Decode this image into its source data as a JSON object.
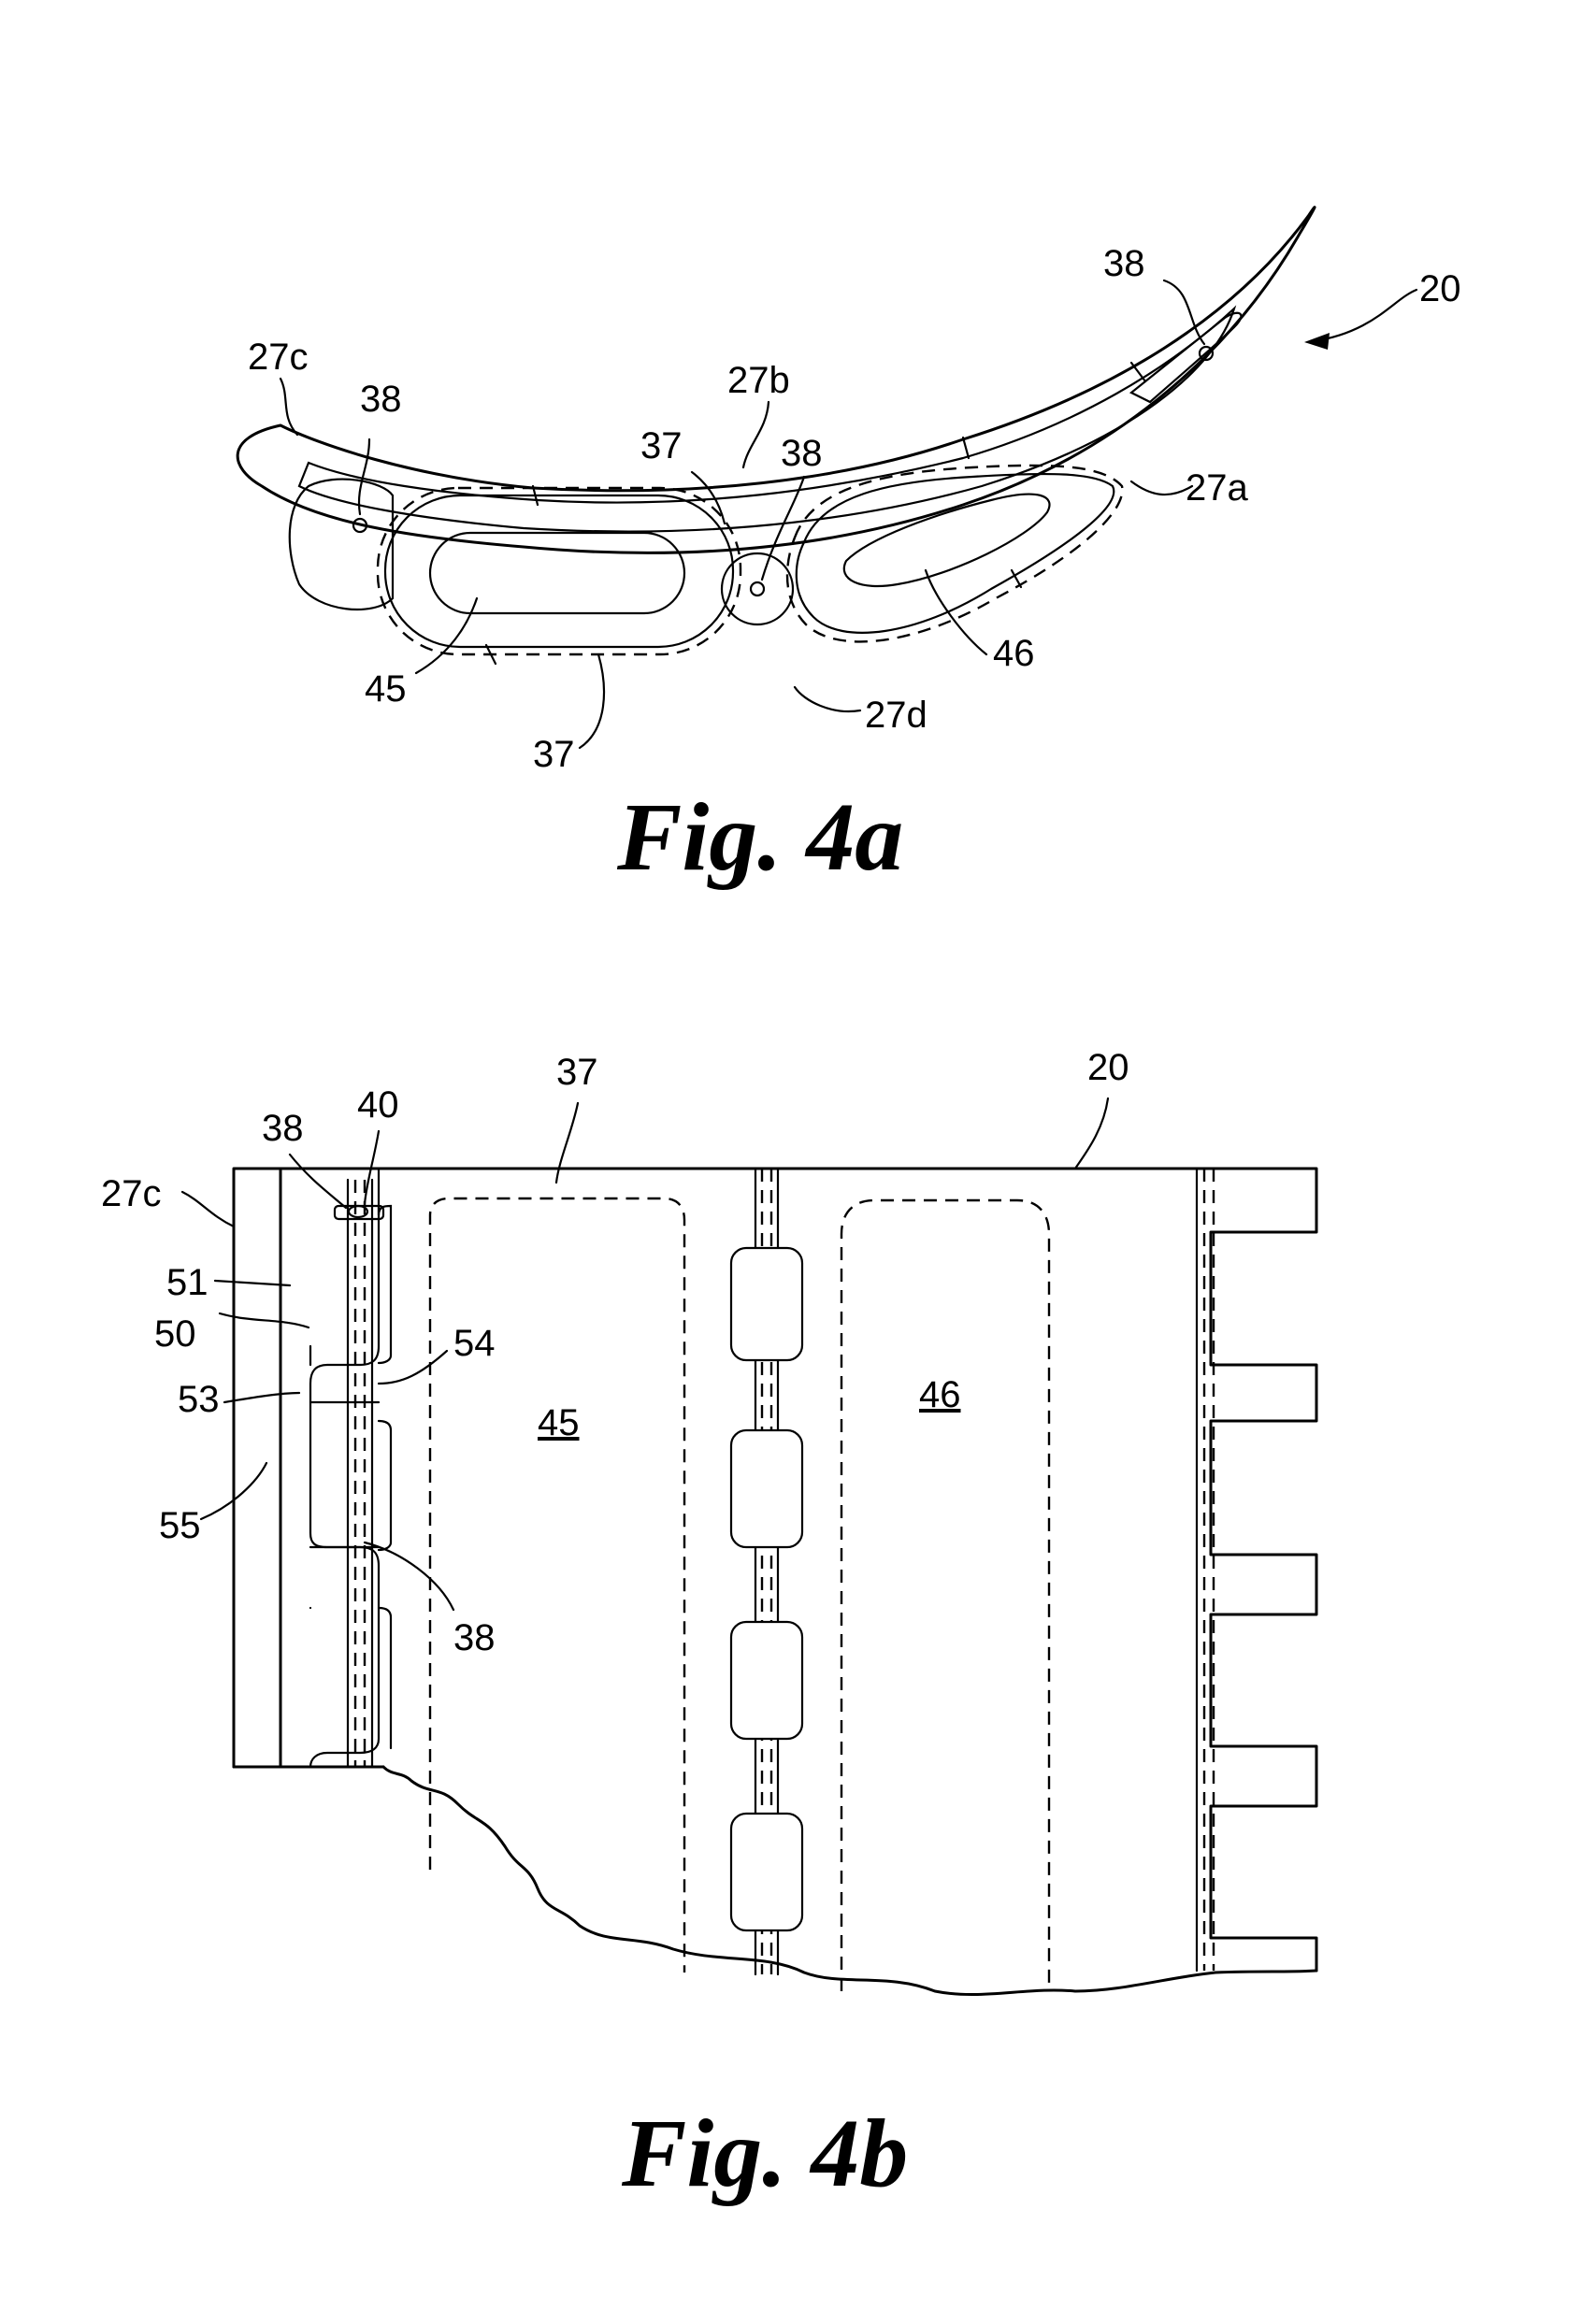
{
  "figures": [
    {
      "caption": "Fig. 4a",
      "labels": {
        "ref_20": "20",
        "ref_38_tip": "38",
        "ref_27c": "27c",
        "ref_38_left": "38",
        "ref_27b": "27b",
        "ref_37_top": "37",
        "ref_38_mid": "38",
        "ref_27a": "27a",
        "ref_45": "45",
        "ref_46": "46",
        "ref_37_bottom": "37",
        "ref_27d": "27d"
      }
    },
    {
      "caption": "Fig. 4b",
      "labels": {
        "ref_37": "37",
        "ref_20": "20",
        "ref_38_top": "38",
        "ref_40": "40",
        "ref_27c": "27c",
        "ref_51": "51",
        "ref_50": "50",
        "ref_54": "54",
        "ref_53": "53",
        "ref_45": "45",
        "ref_46": "46",
        "ref_55": "55",
        "ref_38_bottom": "38"
      }
    }
  ]
}
